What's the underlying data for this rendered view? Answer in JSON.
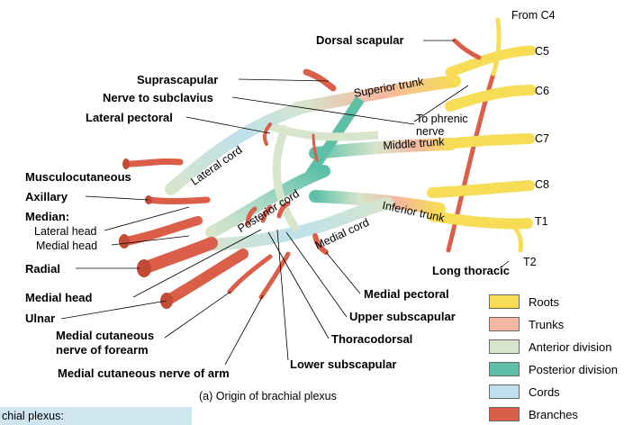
{
  "labels": {
    "from_c4": "From C4",
    "c5": "C5",
    "c6": "C6",
    "c7": "C7",
    "c8": "C8",
    "t1": "T1",
    "t2": "T2",
    "dorsal_scapular": "Dorsal scapular",
    "suprascapular": "Suprascapular",
    "nerve_to_subclavius": "Nerve to subclavius",
    "lateral_pectoral": "Lateral pectoral",
    "musculocutaneous": "Musculocutaneous",
    "axillary": "Axillary",
    "median": "Median:",
    "lateral_head": "Lateral head",
    "medial_head_upper": "Medial head",
    "radial": "Radial",
    "medial_head_lower": "Medial head",
    "ulnar": "Ulnar",
    "medial_cutaneous_forearm_1": "Medial cutaneous",
    "medial_cutaneous_forearm_2": "nerve of forearm",
    "medial_cutaneous_arm": "Medial cutaneous nerve of arm",
    "lower_subscapular": "Lower subscapular",
    "thoracodorsal": "Thoracodorsal",
    "upper_subscapular": "Upper subscapular",
    "medial_pectoral": "Medial pectoral",
    "long_thoracic": "Long thoracic",
    "to_phrenic_1": "To phrenic",
    "to_phrenic_2": "nerve",
    "superior_trunk": "Superior trunk",
    "middle_trunk": "Middle trunk",
    "inferior_trunk": "Inferior trunk",
    "lateral_cord": "Lateral cord",
    "posterior_cord": "Posterior cord",
    "medial_cord": "Medial cord"
  },
  "legend": [
    {
      "label": "Roots",
      "color": "#f7dc55"
    },
    {
      "label": "Trunks",
      "color": "#f5b7a0"
    },
    {
      "label": "Anterior division",
      "color": "#d6e5cc"
    },
    {
      "label": "Posterior division",
      "color": "#5dbfa7"
    },
    {
      "label": "Cords",
      "color": "#bfe0ec"
    },
    {
      "label": "Branches",
      "color": "#db5e49"
    }
  ],
  "caption": "(a) Origin of brachial plexus",
  "footer_text": "chial plexus:"
}
